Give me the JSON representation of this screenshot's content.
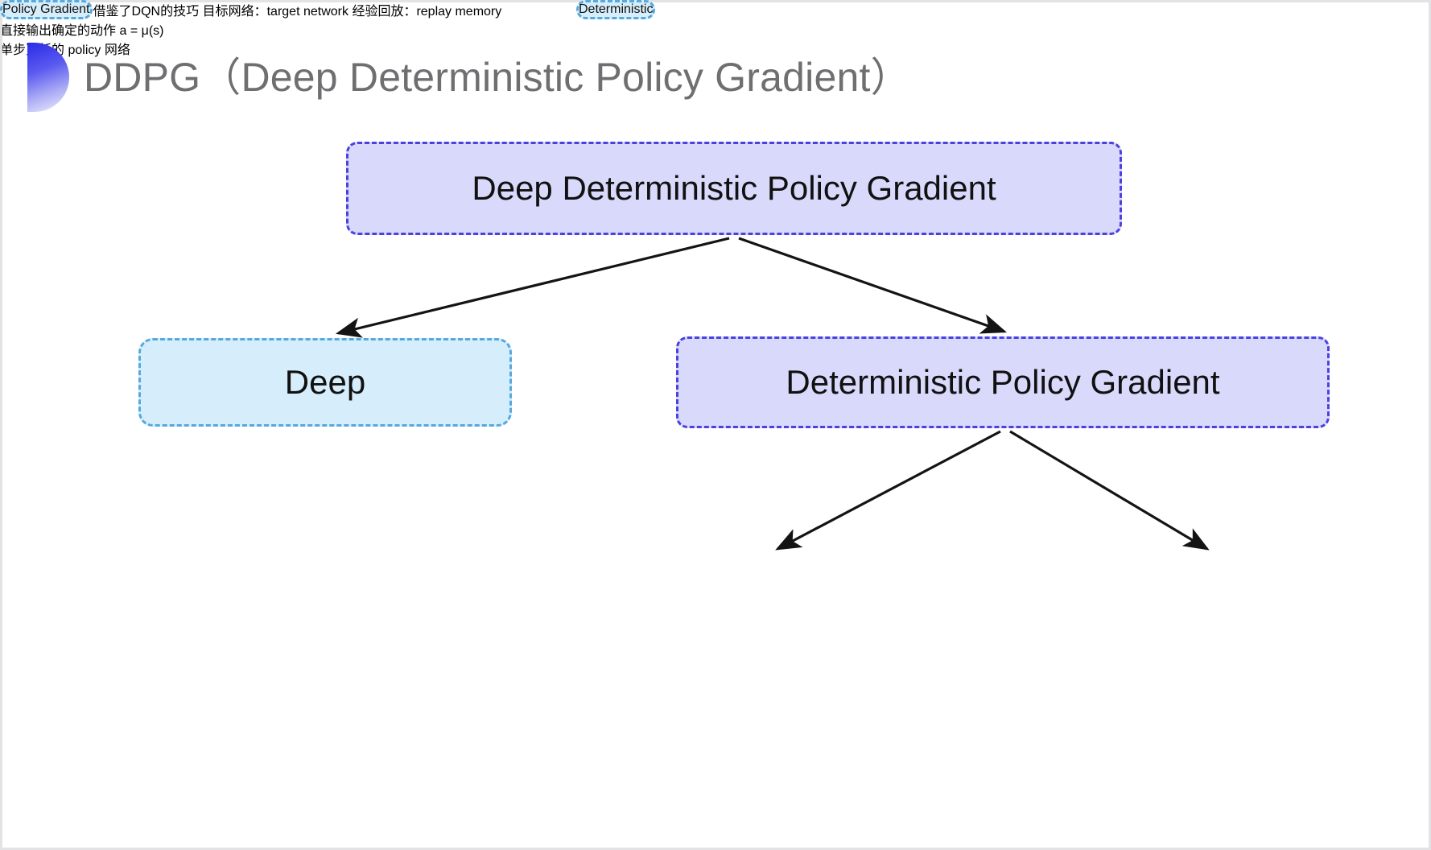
{
  "slide": {
    "background_color": "#ffffff",
    "title": "DDPG（Deep Deterministic Policy Gradient）",
    "bullet_icon": "gradient-half-circle-icon",
    "title_color": "#6f6f72",
    "accent_color": "#2a2ae8"
  },
  "palette": {
    "purple_fill": "#d9d9fb",
    "purple_border": "#4a42e0",
    "blue_fill": "#d6eefb",
    "blue_border": "#56a8dd",
    "arrow_color": "#1a1a1a"
  },
  "diagram": {
    "type": "tree",
    "nodes": [
      {
        "id": "root",
        "label": "Deep Deterministic Policy Gradient",
        "style": "purple",
        "level": 0
      },
      {
        "id": "deep",
        "label": "Deep",
        "style": "blue",
        "level": 1
      },
      {
        "id": "dpg",
        "label": "Deterministic Policy Gradient",
        "style": "purple",
        "level": 1
      },
      {
        "id": "det",
        "label": "Deterministic",
        "style": "blue",
        "level": 2
      },
      {
        "id": "pg",
        "label": "Policy Gradient",
        "style": "blue",
        "level": 2
      }
    ],
    "edges": [
      {
        "from": "root",
        "to": "deep"
      },
      {
        "from": "root",
        "to": "dpg"
      },
      {
        "from": "dpg",
        "to": "det"
      },
      {
        "from": "dpg",
        "to": "pg"
      }
    ]
  },
  "captions": {
    "deep": {
      "line1": "DQN的扩展版，借鉴了DQN的技巧",
      "line2_label": "目标网络：",
      "line2_term": "target network",
      "line3_label": "经验回放：",
      "line3_term": "replay memory"
    },
    "deterministic": {
      "line1": "直接输出确定的动作",
      "formula": "a = μ(s)"
    },
    "policy_gradient": {
      "line1": "单步更新的",
      "line2_term": "policy",
      "line2_suffix": " 网络"
    }
  }
}
